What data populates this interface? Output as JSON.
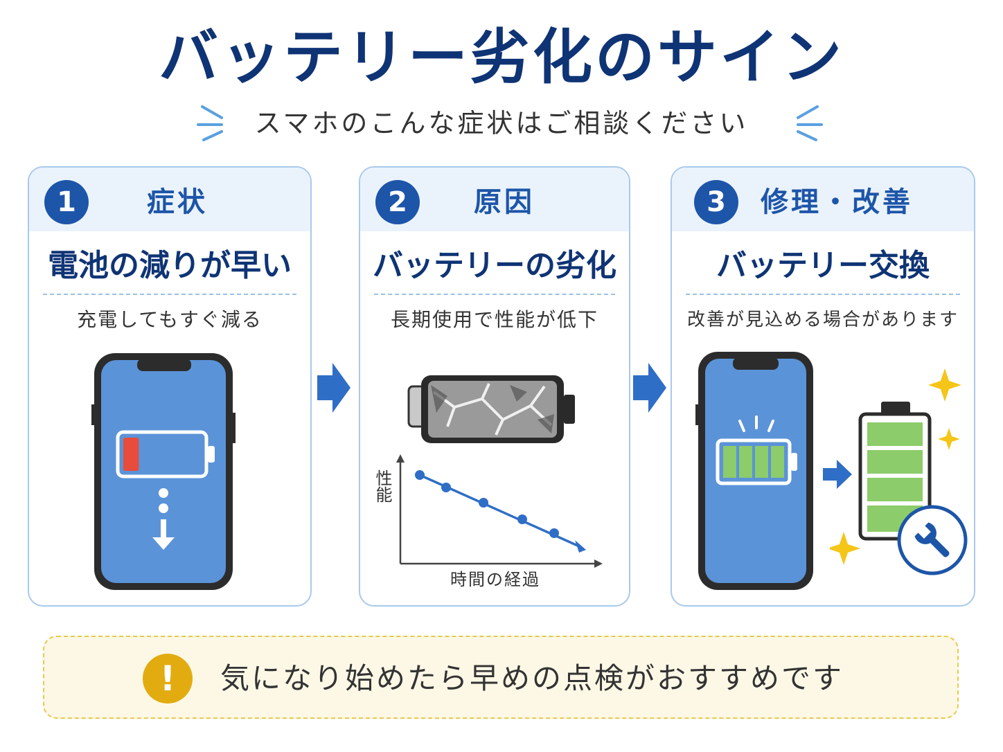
{
  "title": "バッテリー劣化のサイン",
  "subtitle": "スマホのこんな症状はご相談ください",
  "cards": [
    {
      "number": "1",
      "header": "症状",
      "heading": "電池の減りが早い",
      "description": "充電してもすぐ減る",
      "battery_level": 0.2
    },
    {
      "number": "2",
      "header": "原因",
      "heading": "バッテリーの劣化",
      "description": "長期使用で性能が低下",
      "graph": {
        "ylabel": "性能",
        "xlabel": "時間の経過"
      }
    },
    {
      "number": "3",
      "header": "修理・改善",
      "heading": "バッテリー交換",
      "description": "改善が見込める場合があります",
      "battery_level": 1.0
    }
  ],
  "banner": {
    "icon": "!",
    "text": "気になり始めたら早めの点検がおすすめです"
  },
  "colors": {
    "navy": "#0f3475",
    "blue": "#1d55a8",
    "phone_screen": "#5b93d8",
    "battery_low": "#e74c3c",
    "battery_full": "#8ccc6a",
    "warning": "#e2ac10",
    "sparkle": "#f5c518"
  }
}
